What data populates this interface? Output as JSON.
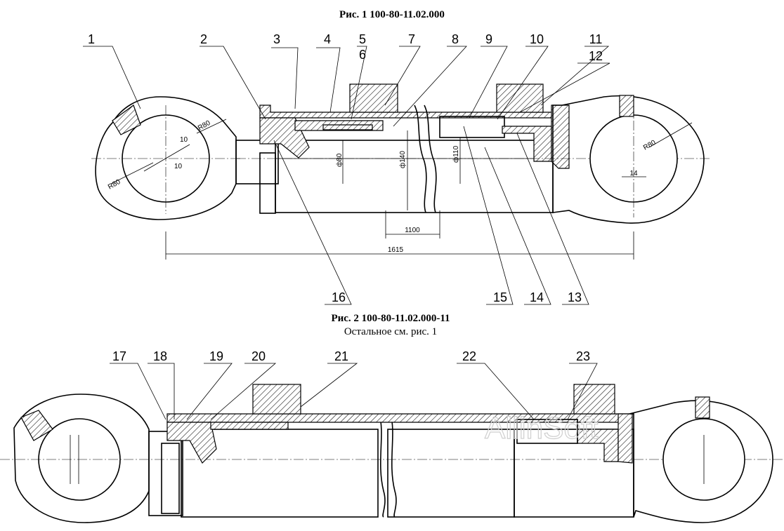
{
  "figure1": {
    "title": "Рис. 1  100-80-11.02.000",
    "callouts": [
      "1",
      "2",
      "3",
      "4",
      "5",
      "6",
      "7",
      "8",
      "9",
      "10",
      "11",
      "12",
      "13",
      "14",
      "15",
      "16"
    ],
    "dimensions": {
      "r_left_eye": "R80",
      "r_left_eye_lower": "R80",
      "r_right_eye": "R80",
      "offset_h": "10",
      "offset_v": "10",
      "d_rod": "ф80",
      "d_bore": "ф140",
      "d_piston": "ф110",
      "stroke": "1100",
      "length": "1615",
      "pin_width": "14"
    }
  },
  "figure2": {
    "title": "Рис. 2  100-80-11.02.000-11",
    "subtitle": "Остальное см. рис. 1",
    "callouts": [
      "17",
      "18",
      "19",
      "20",
      "21",
      "22",
      "23"
    ]
  },
  "watermark": "AllinSoft"
}
